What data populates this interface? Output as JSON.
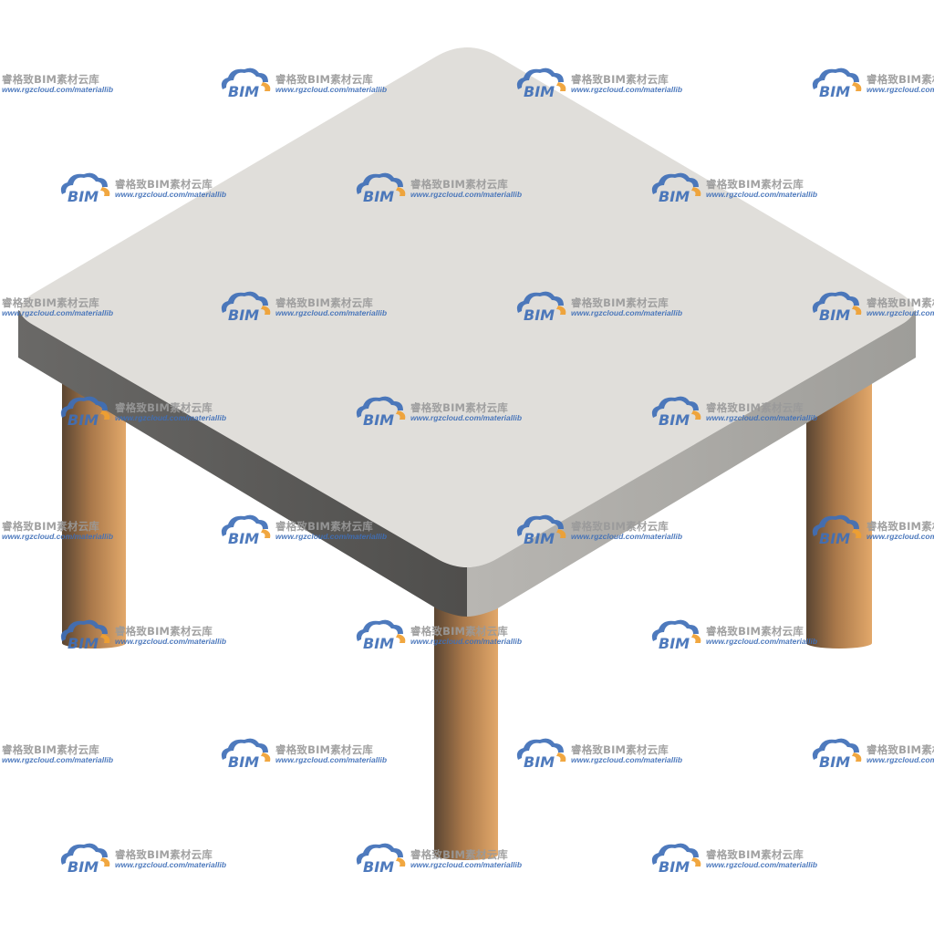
{
  "object": {
    "name": "square-table",
    "tabletop_color": "#e0deda",
    "tabletop_edge_left_color": "#5e5d5b",
    "tabletop_edge_right_color": "#a9a8a4",
    "leg_light_color": "#e2a86a",
    "leg_dark_color": "#5a4532"
  },
  "watermark": {
    "logo_text": "BIM",
    "title": "睿格致BIM素材云库",
    "url": "www.rgzcloud.com/materiallib",
    "logo_color": "#3f6fb8",
    "accent_color": "#f0a030"
  }
}
